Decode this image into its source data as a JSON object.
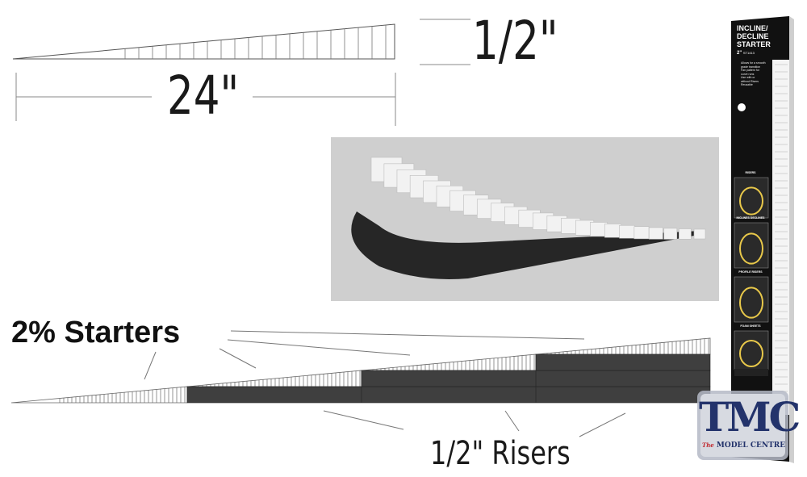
{
  "labels": {
    "height_dimension": "1/2\"",
    "length_dimension": "24\"",
    "starters": "2% Starters",
    "risers": "1/2\" Risers"
  },
  "product_box": {
    "title_line1": "INCLINE/",
    "title_line2": "DECLINE",
    "title_line3": "STARTER",
    "size": "2\"",
    "code": "ST1413",
    "bullets": [
      "Allows for a smooth",
      "grade transition",
      "Fan pattern for",
      "curve runs",
      "Use with or",
      "without Risers",
      "Reusable"
    ],
    "panels": [
      "RISERS",
      "INCLINES DECLINES",
      "PROFILE RISERS",
      "FOAM SHEETS"
    ],
    "colors": {
      "box": "#111111",
      "accent": "#e8c84a"
    }
  },
  "logo": {
    "letters": "TMC",
    "prefix": "The",
    "name": "MODEL CENTRE",
    "colors": {
      "primary": "#23336b",
      "accent": "#c0272d"
    }
  },
  "colors": {
    "riser_block": "#3f3f3f",
    "foam": "#f2f2f2",
    "photo_background": "#cfcfcf",
    "ink": "#1a1a1a"
  }
}
